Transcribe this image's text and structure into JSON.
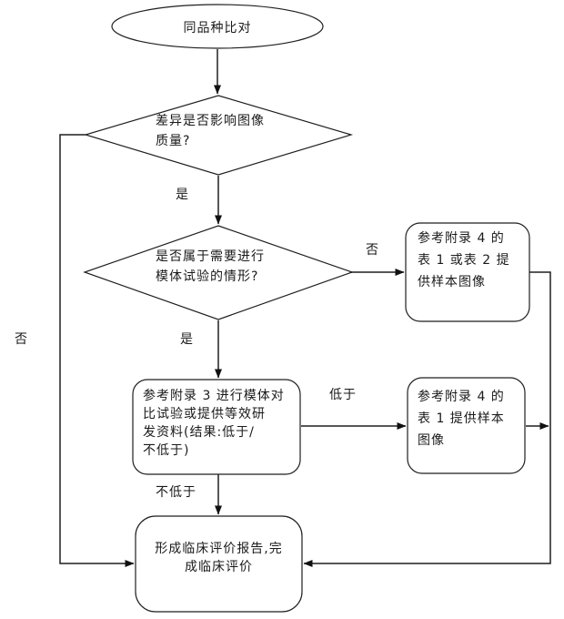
{
  "page": {
    "background": "#ffffff",
    "line_color": "#1f1f1f",
    "text_color": "#1a1a1a"
  },
  "flowchart": {
    "start": {
      "label": "同品种比对"
    },
    "decision_image_quality": {
      "label": "差异是否影响图像\n质量?"
    },
    "decision_phantom_needed": {
      "label": "是否属于需要进行\n模体试验的情形?"
    },
    "process_phantom_test": {
      "label": "参考附录 3 进行模体对\n比试验或提供等效研\n发资料(结果:低于/\n不低于)"
    },
    "process_table_1_or_2": {
      "label": "参考附录 4 的\n表 1 或表 2 提\n供样本图像"
    },
    "process_table_1": {
      "label": "参考附录 4 的\n表 1 提供样本\n图像"
    },
    "end": {
      "label": "形成临床评价报告,完\n成临床评价"
    },
    "edge_labels": {
      "yes_1": "是",
      "yes_2": "是",
      "no_right": "否",
      "no_left": "否",
      "lower": "低于",
      "not_lower": "不低于"
    }
  }
}
